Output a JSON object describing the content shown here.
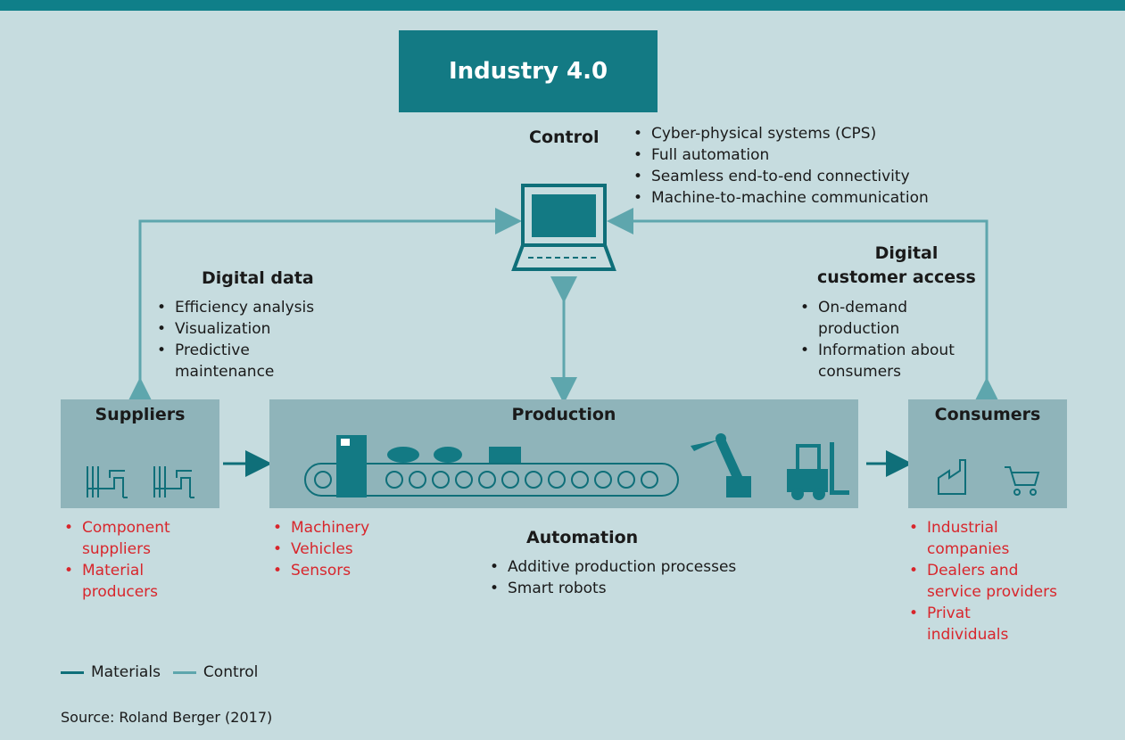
{
  "title": "Industry 4.0",
  "control": {
    "heading": "Control",
    "items": [
      "Cyber-physical systems (CPS)",
      "Full automation",
      "Seamless end-to-end connectivity",
      "Machine-to-machine communication"
    ]
  },
  "digital_data": {
    "heading": "Digital data",
    "items": [
      "Efficiency analysis",
      "Visualization",
      "Predictive maintenance"
    ]
  },
  "digital_customer_access": {
    "heading_line1": "Digital",
    "heading_line2": "customer access",
    "items": [
      "On-demand production",
      "Information about consumers"
    ]
  },
  "suppliers": {
    "title": "Suppliers",
    "items": [
      "Component suppliers",
      "Material producers"
    ]
  },
  "production": {
    "title": "Production",
    "items": [
      "Machinery",
      "Vehicles",
      "Sensors"
    ]
  },
  "automation": {
    "heading": "Automation",
    "items": [
      "Additive production processes",
      "Smart robots"
    ]
  },
  "consumers": {
    "title": "Consumers",
    "items": [
      "Industrial companies",
      "Dealers and service providers",
      "Privat individuals"
    ]
  },
  "legend": {
    "materials": "Materials",
    "control": "Control"
  },
  "source": "Source: Roland Berger (2017)",
  "colors": {
    "materials": "#0f6f79",
    "control": "#5ea6ad",
    "accent_red": "#d8262c",
    "title_bg": "#137a84"
  }
}
